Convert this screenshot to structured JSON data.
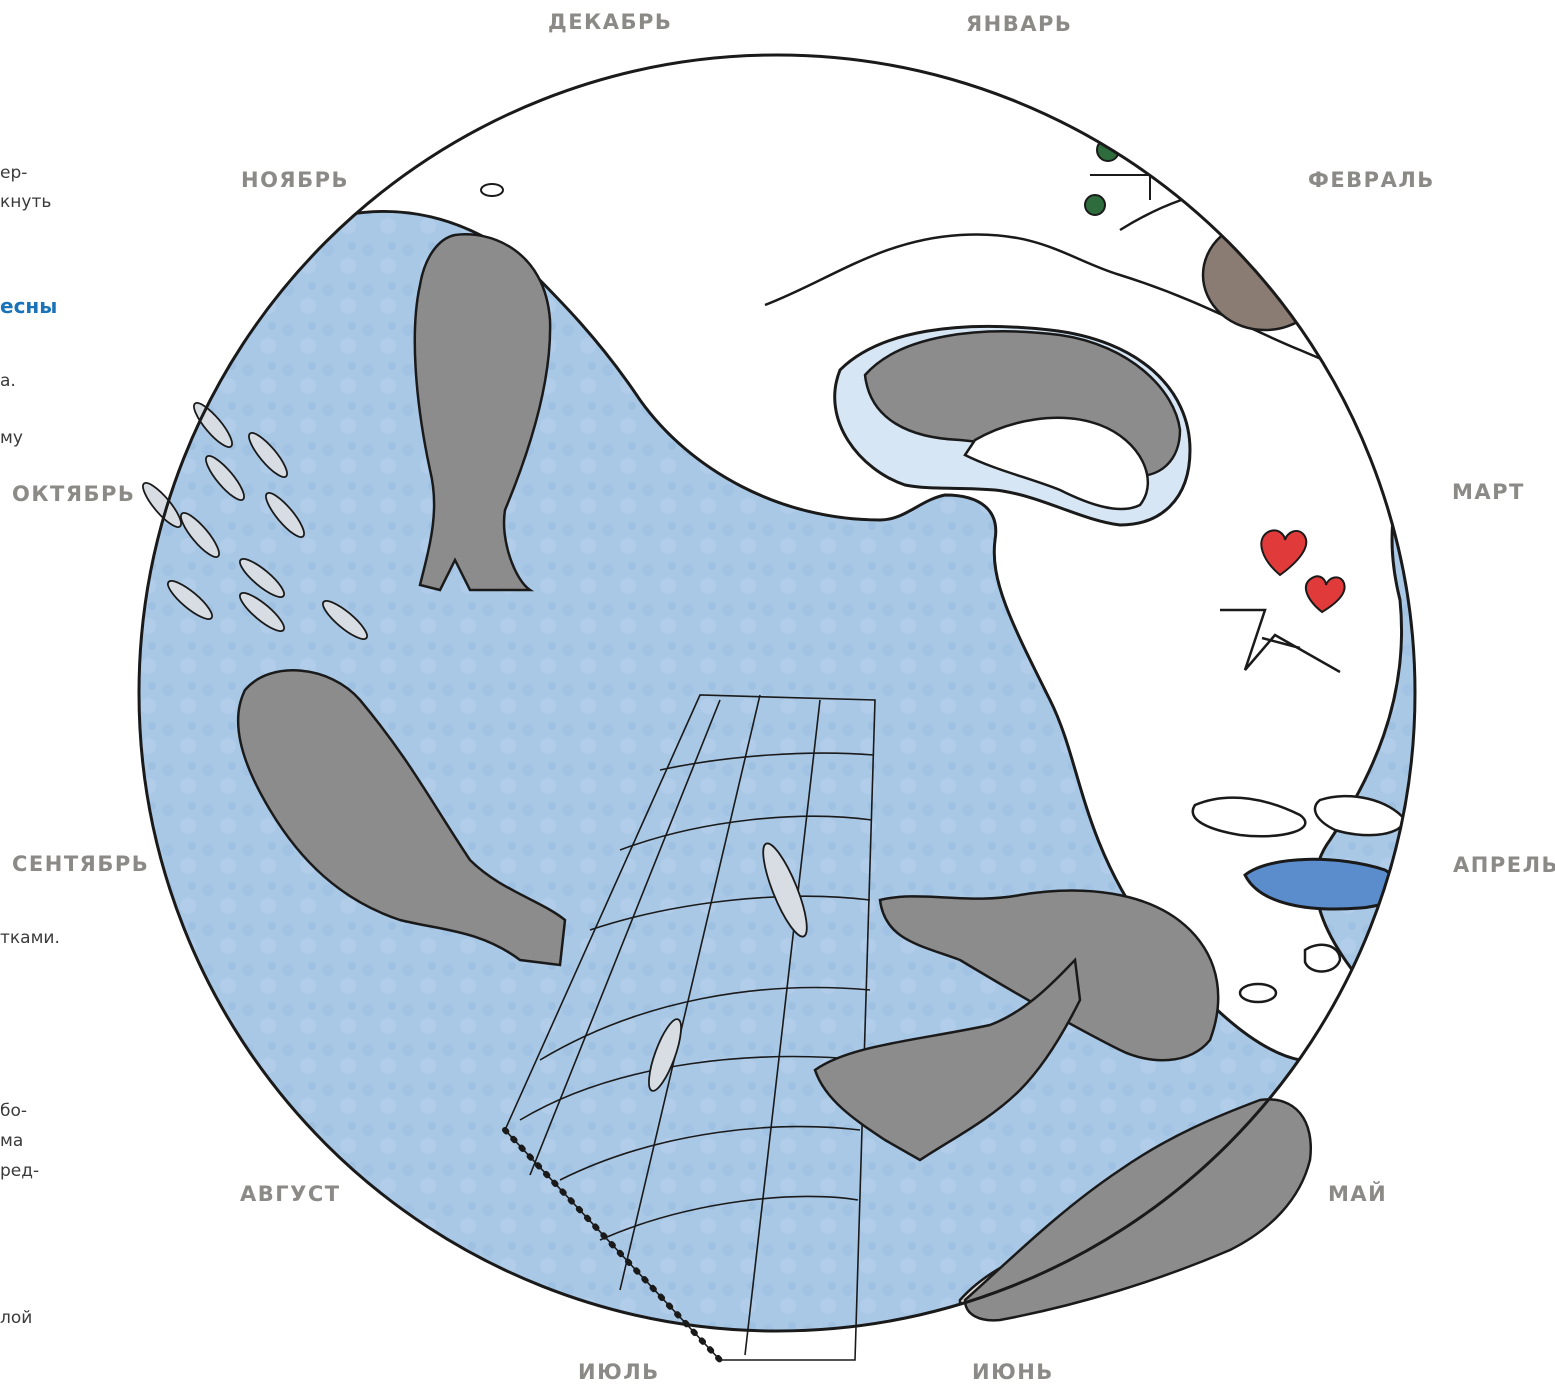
{
  "months": {
    "dec": "ДЕКАБРЬ",
    "jan": "ЯНВАРЬ",
    "nov": "НОЯБРЬ",
    "feb": "ФЕВРАЛЬ",
    "oct": "ОКТЯБРЬ",
    "mar": "МАРТ",
    "sep": "СЕНТЯБРЬ",
    "apr": "АПРЕЛЬ",
    "aug": "АВГУСТ",
    "may": "МАЙ",
    "jul": "ИЮЛЬ",
    "jun": "ИЮНЬ"
  },
  "side_text": {
    "f1": "ер-",
    "f2": "кнуть",
    "f3": "есны",
    "f4": "а.",
    "f5": "му",
    "f6": "тками.",
    "f7": "бо-",
    "f8": "ма",
    "f9": "ред-",
    "f10": "лой"
  },
  "colors": {
    "month_label": "#8b8a86",
    "side_text": "#3a3a3a",
    "accent_blue": "#1a73b8",
    "water": "#a9c8e6",
    "water_dark": "#86acd4",
    "ice": "#ffffff",
    "seal": "#8c8c8c",
    "seal_dark": "#6a6a6a",
    "heart": "#e03a3a",
    "tree": "#2e6b3d",
    "rock": "#d8d7d3",
    "outline": "#1a1a1a"
  }
}
